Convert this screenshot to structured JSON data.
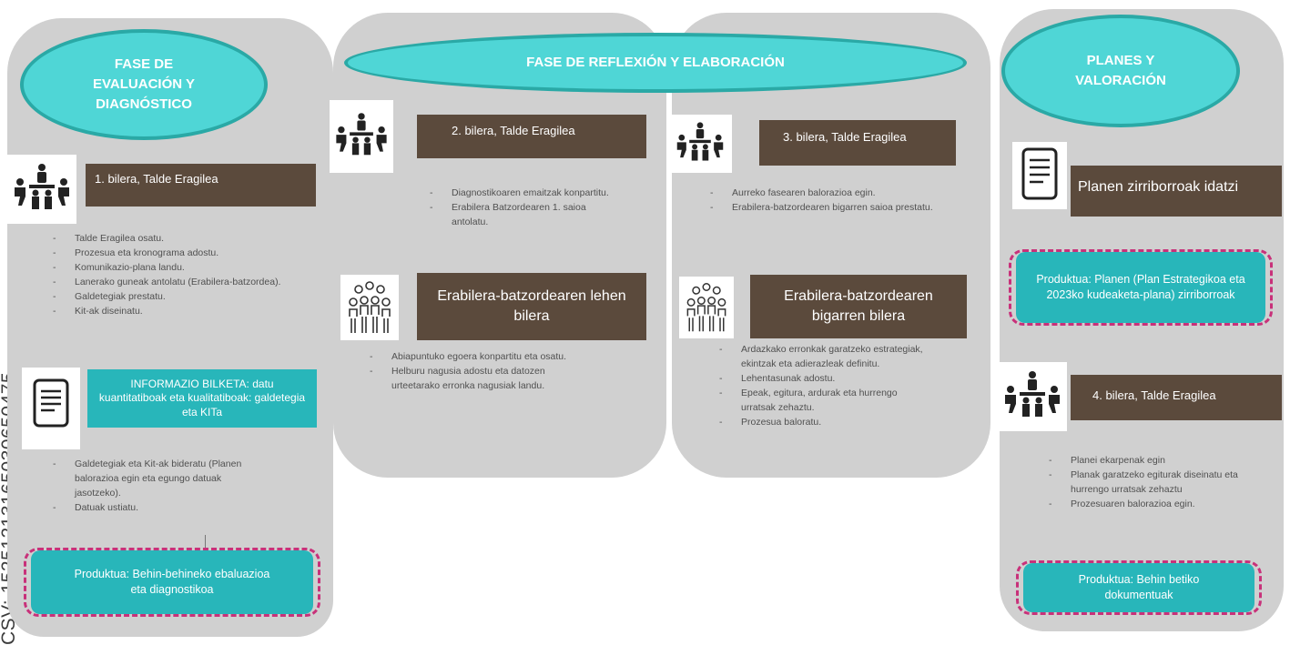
{
  "csv_code": "CSV: 1525121316503065047̶5",
  "phase1": {
    "title": "FASE DE EVALUACIÓN Y DIAGNÓSTICO",
    "meeting": "1. bilera, Talde Eragilea",
    "tasks": [
      "Talde Eragilea osatu.",
      "Prozesua eta kronograma  adostu.",
      "Komunikazio-plana landu.",
      "Lanerako guneak antolatu (Erabilera-batzordea).",
      "Galdetegiak prestatu.",
      "Kit-ak diseinatu."
    ],
    "info": "INFORMAZIO BILKETA: datu kuantitatiboak eta kualitatiboak: galdetegia eta KITa",
    "tasks2": [
      "Galdetegiak eta Kit-ak bideratu (Planen balorazioa egin eta egungo datuak jasotzeko).",
      "Datuak ustiatu."
    ],
    "product": "Produktua: Behin-behineko ebaluazioa eta diagnostikoa"
  },
  "phase2": {
    "title": "FASE DE REFLEXIÓN Y ELABORACIÓN",
    "meeting2": "2. bilera, Talde Eragilea",
    "tasks2": [
      "Diagnostikoaren emaitzak konpartitu.",
      "Erabilera Batzordearen 1. saioa antolatu."
    ],
    "committee1": "Erabilera-batzordearen lehen bilera",
    "tasks_c1": [
      "Abiapuntuko egoera konpartitu eta osatu.",
      "Helburu nagusia adostu eta datozen urteetarako erronka nagusiak landu."
    ],
    "meeting3": "3. bilera, Talde Eragilea",
    "tasks3": [
      "Aurreko fasearen balorazioa egin.",
      "Erabilera-batzordearen bigarren saioa prestatu."
    ],
    "committee2": "Erabilera-batzordearen bigarren bilera",
    "tasks_c2": [
      "Ardazkako erronkak garatzeko estrategiak, ekintzak eta adierazleak definitu.",
      "Lehentasunak adostu.",
      "Epeak, egitura, ardurak eta hurrengo urratsak zehaztu.",
      "Prozesua baloratu."
    ]
  },
  "phase3": {
    "title": "PLANES Y VALORACIÓN",
    "draft": "Planen zirriborroak idatzi",
    "product1": "Produktua: Planen (Plan Estrategikoa eta 2023ko kudeaketa-plana) zirriborroak",
    "meeting4": "4. bilera, Talde Eragilea",
    "tasks4": [
      "Planei ekarpenak egin",
      "Planak garatzeko egiturak diseinatu eta hurrengo urratsak zehaztu",
      "Prozesuaren balorazioa egin."
    ],
    "product2": "Produktua: Behin betiko dokumentuak"
  },
  "icons": [
    "meeting-icon",
    "committee-icon",
    "document-icon"
  ],
  "colors": {
    "teal": "#28b6ba",
    "ellipse": "#4fd6d6",
    "brown": "#5b4a3c",
    "panel": "#d0d0d0",
    "dashed": "#c8317a"
  }
}
